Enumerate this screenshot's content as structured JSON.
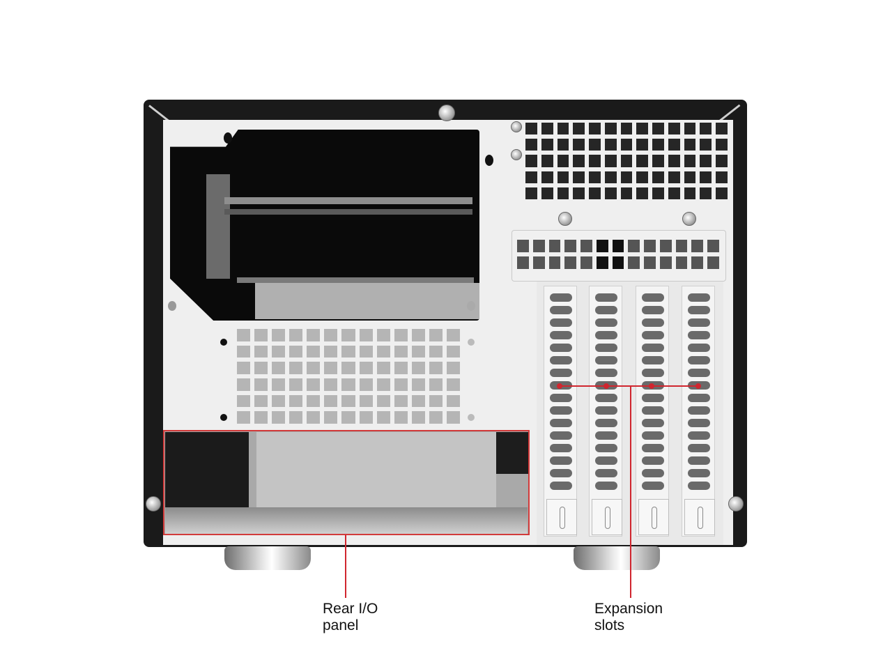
{
  "image": {
    "subject": "PC case rear view",
    "background_color": "#ffffff",
    "accent_color": "#d0262f"
  },
  "annotations": {
    "rear_io": {
      "line1": "Rear I/O",
      "line2": "panel"
    },
    "expansion": {
      "line1": "Expansion",
      "line2": "slots"
    }
  },
  "components": {
    "psu_bay": "power-supply-opening",
    "fan_vent": "fan-vent-grille",
    "expansion_slot_count": 4
  }
}
